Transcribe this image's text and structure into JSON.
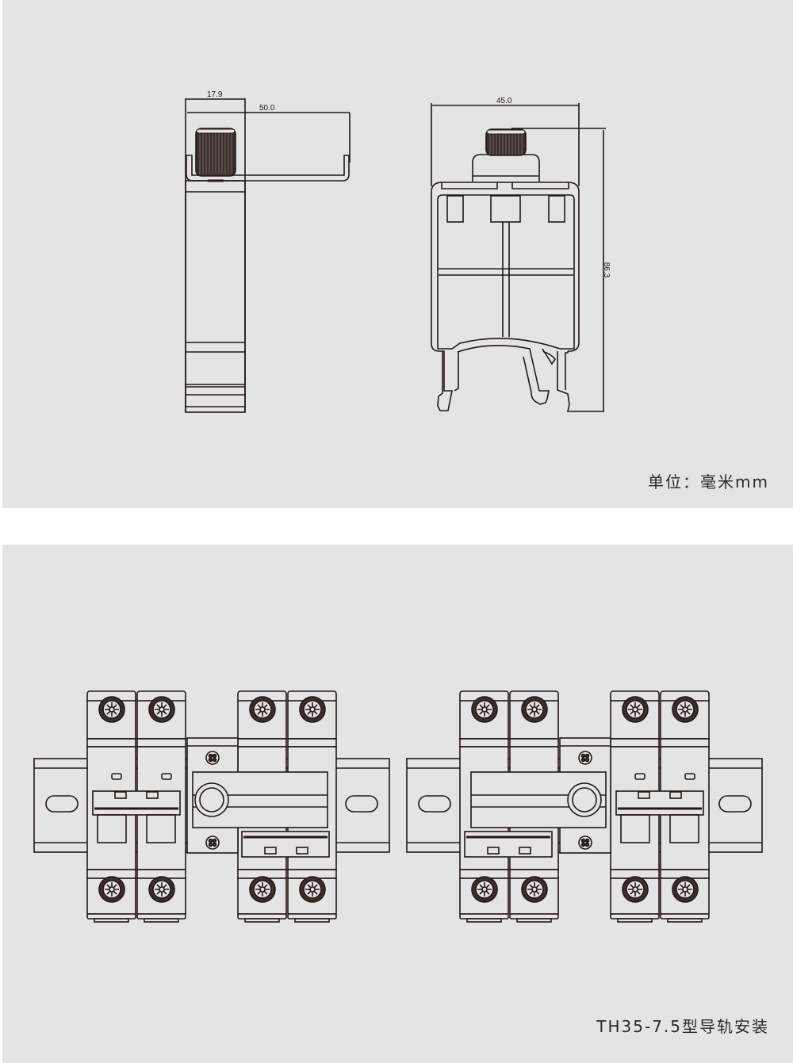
{
  "top_panel": {
    "dimensions": {
      "side_width": "17.9",
      "side_depth": "50.0",
      "front_width": "45.0",
      "front_height": "86.3"
    },
    "unit_caption": "单位：毫米mm"
  },
  "bottom_panel": {
    "caption": "TH35-7.5型导轨安装",
    "assemblies": [
      {
        "name": "left-assembly",
        "breakers": 4,
        "interlock_position": "left-to-right"
      },
      {
        "name": "right-assembly",
        "breakers": 4,
        "interlock_position": "right-to-left"
      }
    ]
  },
  "colors": {
    "background": "#e4e4e4",
    "line": "#231815",
    "gap": "#ffffff"
  }
}
